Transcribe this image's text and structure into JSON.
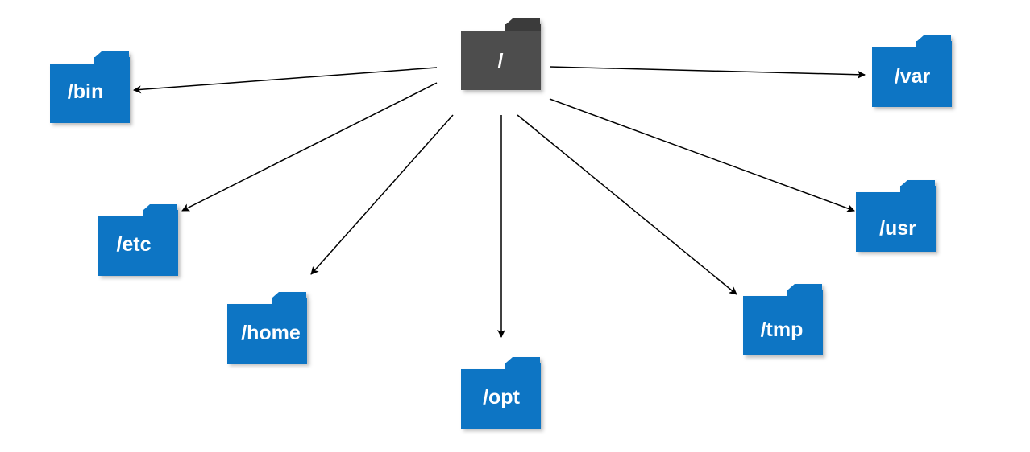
{
  "diagram": {
    "root": {
      "id": "root",
      "label": "/"
    },
    "children": [
      {
        "id": "bin",
        "label": "/bin"
      },
      {
        "id": "etc",
        "label": "/etc"
      },
      {
        "id": "home",
        "label": "/home"
      },
      {
        "id": "opt",
        "label": "/opt"
      },
      {
        "id": "tmp",
        "label": "/tmp"
      },
      {
        "id": "usr",
        "label": "/usr"
      },
      {
        "id": "var",
        "label": "/var"
      }
    ],
    "colors": {
      "root_folder": "#4d4d4d",
      "root_folder_tab": "#3a3a3a",
      "child_folder": "#0a74c4",
      "child_folder_tab": "#0a74c4",
      "edge": "#000000",
      "label": "#ffffff"
    }
  }
}
